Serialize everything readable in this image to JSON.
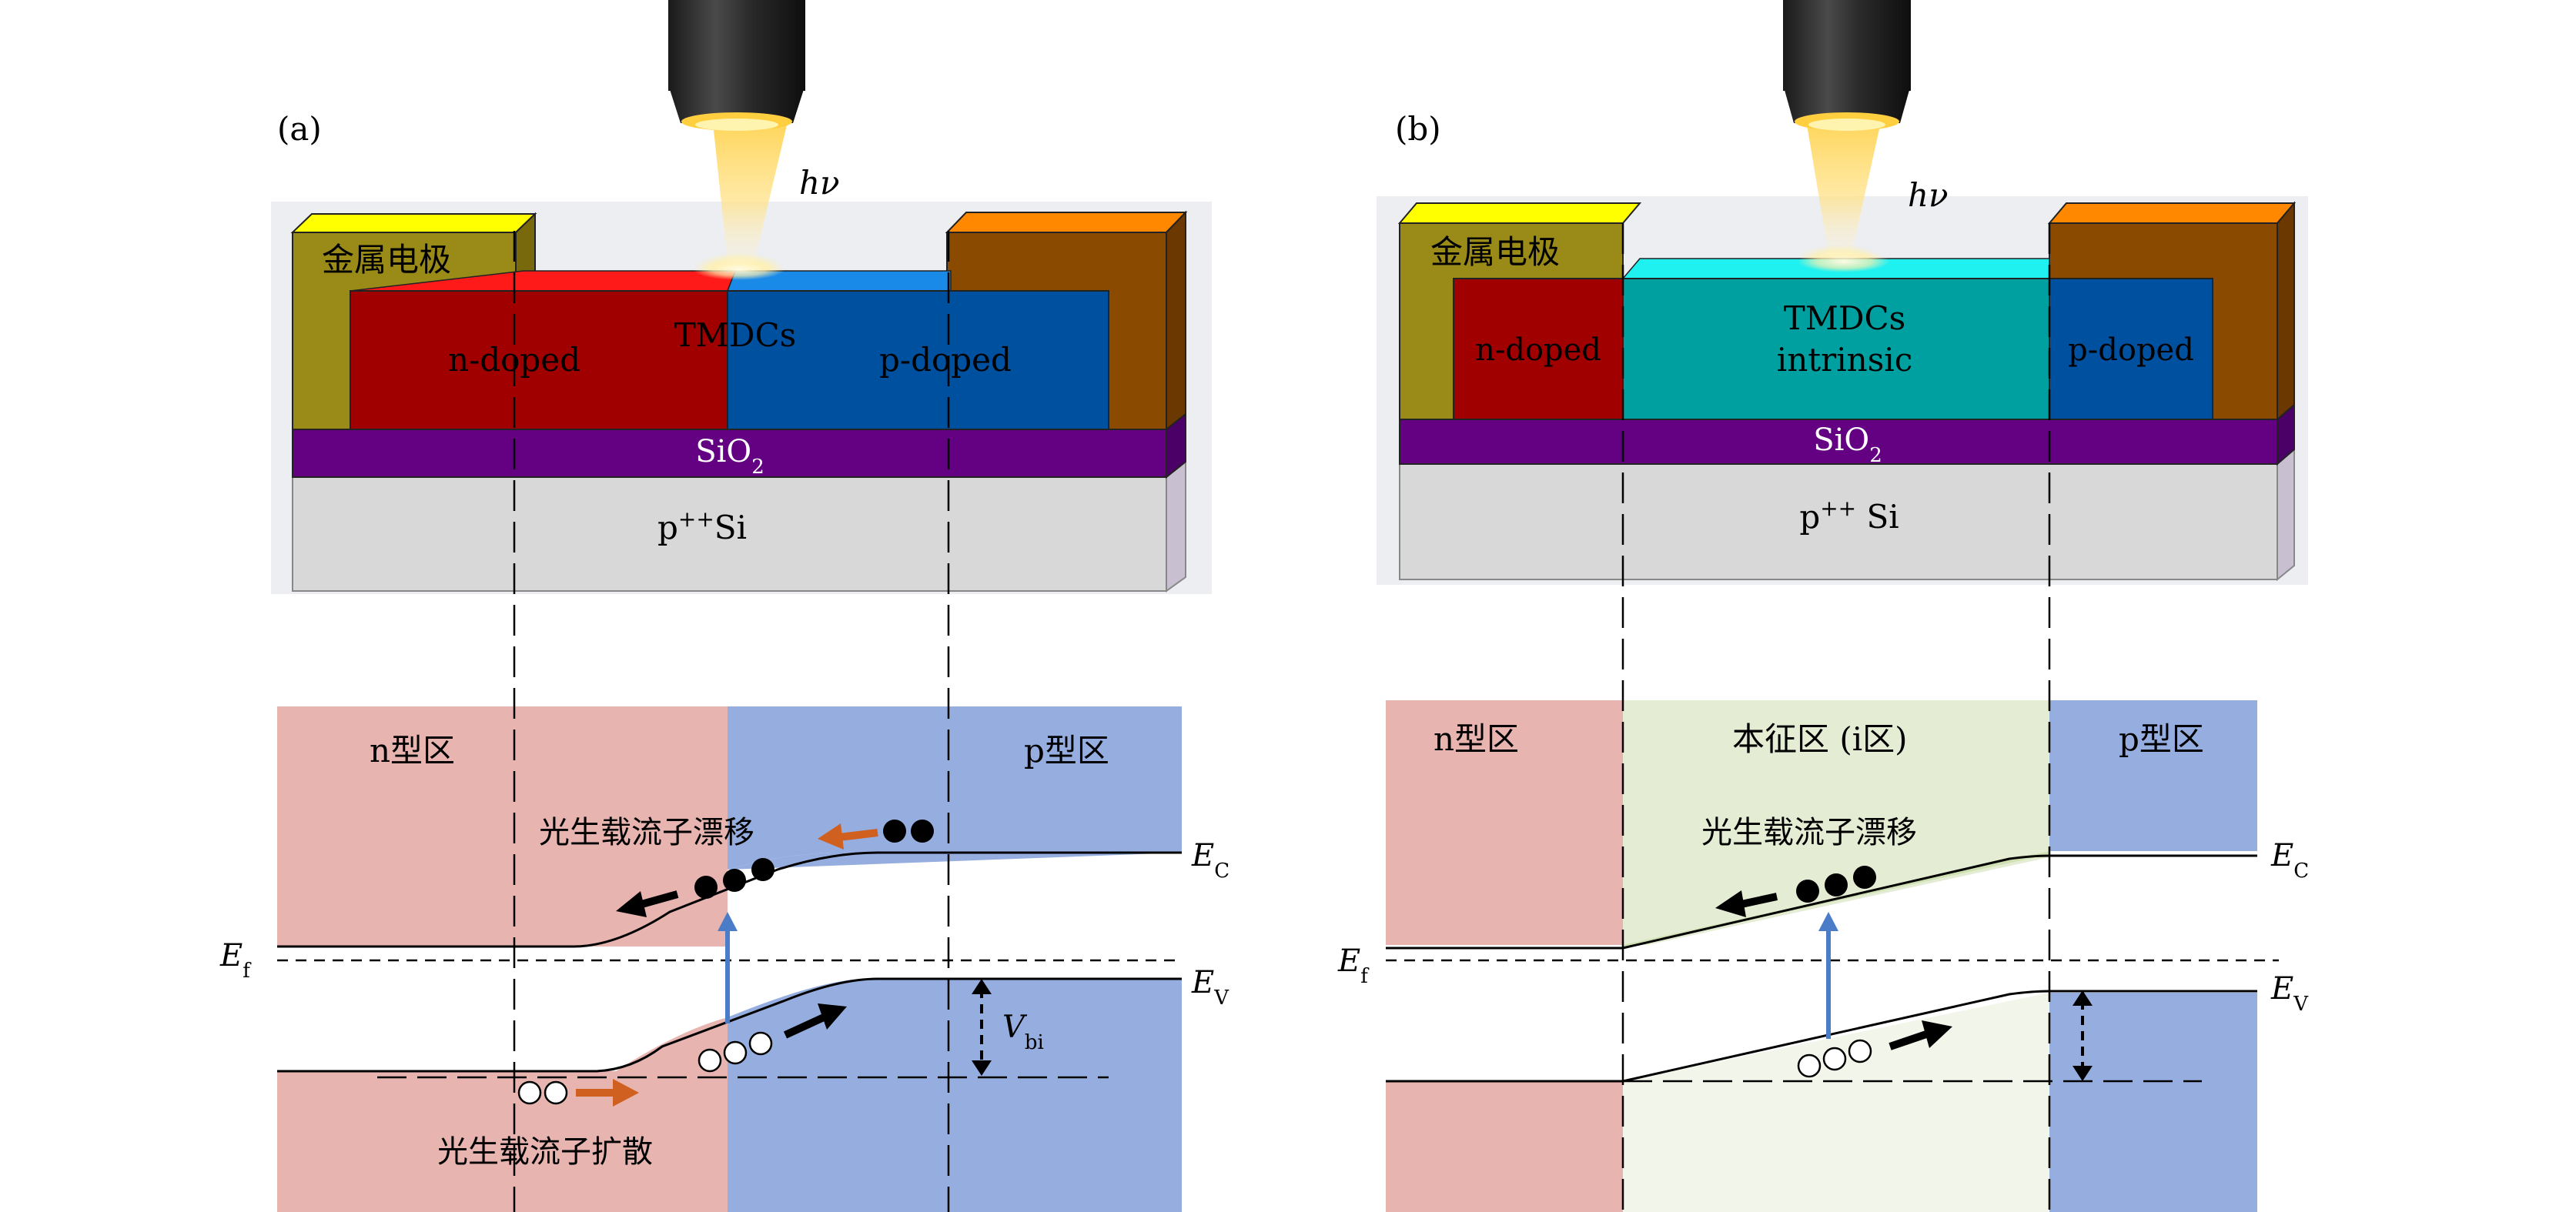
{
  "panel_a": {
    "label": "(a)",
    "photon": "hν",
    "electrode": "金属电极",
    "n_layer": "n-doped",
    "p_layer": "p-doped",
    "tmdcs": "TMDCs",
    "oxide": "SiO",
    "oxide_sub": "2",
    "substrate": "p",
    "substrate_sup": "++",
    "substrate_rest": "Si",
    "n_region": "n型区",
    "p_region": "p型区",
    "drift": "光生载流子漂移",
    "diffusion": "光生载流子扩散",
    "ef": "E",
    "ef_sub": "f",
    "ec": "E",
    "ec_sub": "C",
    "ev": "E",
    "ev_sub": "V",
    "vbi": "V",
    "vbi_sub": "bi"
  },
  "panel_b": {
    "label": "(b)",
    "photon": "hν",
    "electrode": "金属电极",
    "n_layer": "n-doped",
    "p_layer": "p-doped",
    "tmdcs": "TMDCs",
    "intrinsic": "intrinsic",
    "oxide": "SiO",
    "oxide_sub": "2",
    "substrate": "p",
    "substrate_sup": "++",
    "substrate_rest": " Si",
    "n_region": "n型区",
    "i_region": "本征区 (i区)",
    "p_region": "p型区",
    "drift": "光生载流子漂移",
    "ef": "E",
    "ef_sub": "f",
    "ec": "E",
    "ec_sub": "C",
    "ev": "E",
    "ev_sub": "V"
  },
  "colors": {
    "n_red": "#a00000",
    "p_blue": "#0050a0",
    "n_band": "#e8b4b0",
    "p_band": "#96aedf",
    "intrinsic_teal": "#00a0a0",
    "intrinsic_band": "#e4ecd4",
    "oxide_purple": "#640082",
    "substrate_gray": "#d8d8d8",
    "electrode_olive": "#9a8a18",
    "electrode_brown": "#8a4a00",
    "arrow_orange": "#d06020",
    "arrow_blue": "#4a7cc8"
  }
}
